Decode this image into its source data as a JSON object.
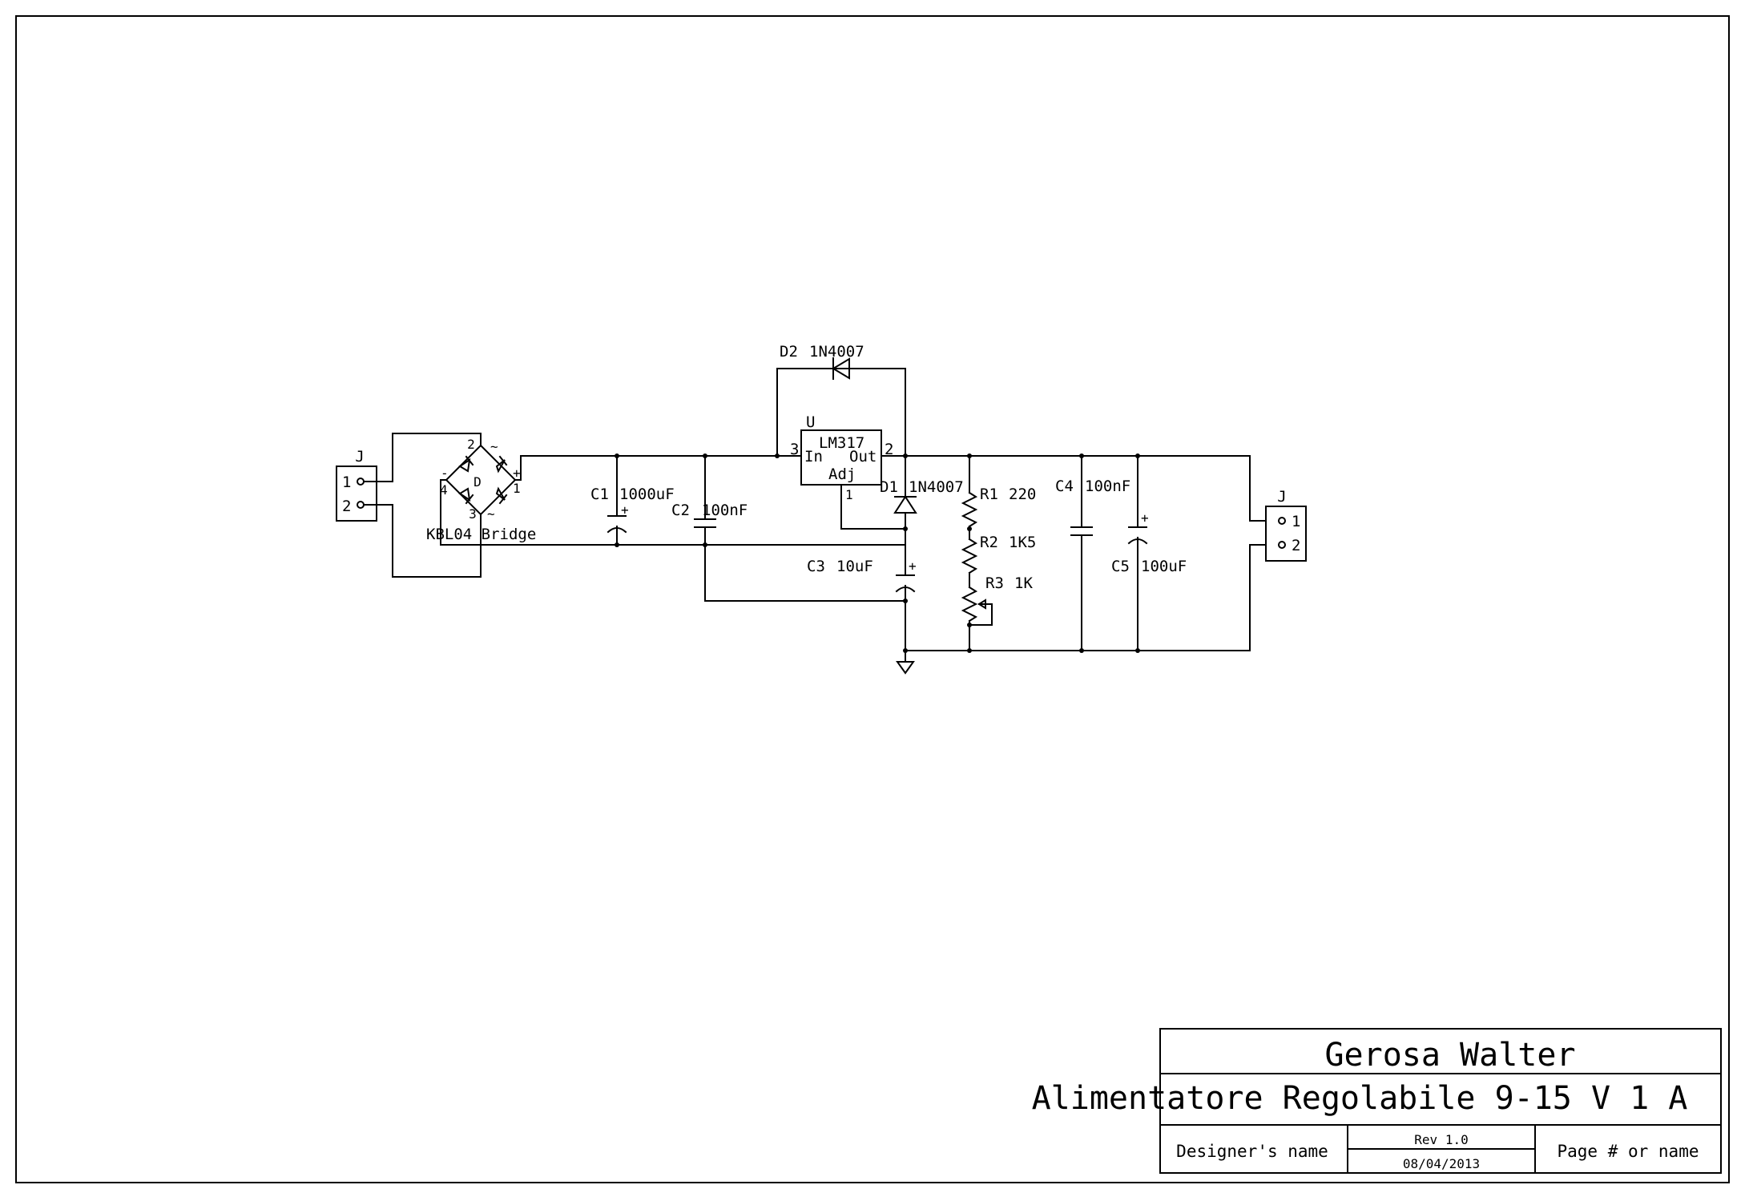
{
  "title_block": {
    "author": "Gerosa Walter",
    "title": "Alimentatore Regolabile 9-15 V 1 A",
    "designer": "Designer's name",
    "revision": "Rev 1.0",
    "date": "08/04/2013",
    "page": "Page # or name"
  },
  "components": {
    "j_in": {
      "ref": "J",
      "pin1": "1",
      "pin2": "2"
    },
    "bridge": {
      "ref": "D",
      "label": "KBL04 Bridge",
      "pin1": "1",
      "pin2": "2",
      "pin3": "3",
      "pin4": "4",
      "plus": "+",
      "minus": "-",
      "ac_top": "~",
      "ac_bottom": "~"
    },
    "c1": {
      "ref": "C1",
      "value": "1000uF"
    },
    "c2": {
      "ref": "C2",
      "value": "100nF"
    },
    "d2": {
      "ref": "D2",
      "value": "1N4007"
    },
    "u": {
      "ref": "U",
      "part": "LM317",
      "in": "In",
      "out": "Out",
      "adj": "Adj",
      "pin_in": "3",
      "pin_out": "2",
      "pin_adj": "1"
    },
    "d1": {
      "ref": "D1",
      "value": "1N4007"
    },
    "c3": {
      "ref": "C3",
      "value": "10uF"
    },
    "r1": {
      "ref": "R1",
      "value": "220"
    },
    "r2": {
      "ref": "R2",
      "value": "1K5"
    },
    "r3": {
      "ref": "R3",
      "value": "1K"
    },
    "c4": {
      "ref": "C4",
      "value": "100nF"
    },
    "c5": {
      "ref": "C5",
      "value": "100uF"
    },
    "j_out": {
      "ref": "J",
      "pin1": "1",
      "pin2": "2"
    },
    "polarity": "+"
  }
}
